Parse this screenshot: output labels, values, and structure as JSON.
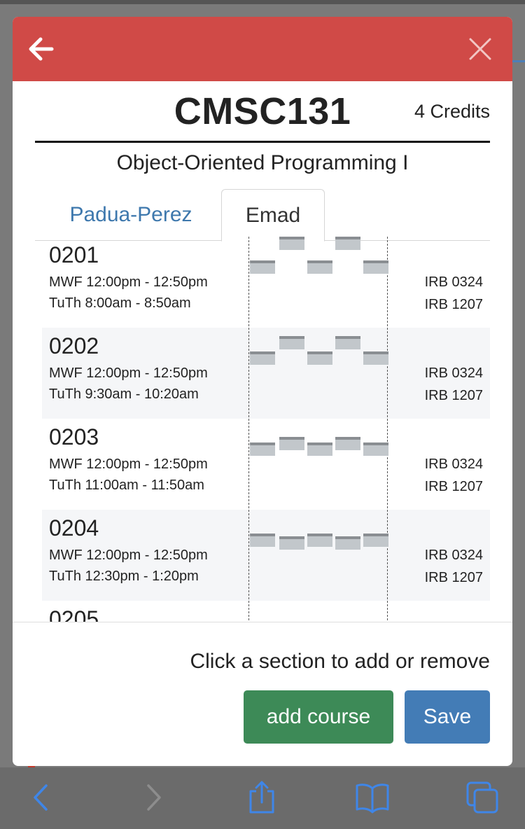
{
  "modal": {
    "header": {
      "back_icon": "arrow-left-icon",
      "close_icon": "close-icon"
    },
    "course_code": "CMSC131",
    "credits": "4 Credits",
    "course_name": "Object-Oriented Programming I",
    "tabs": [
      {
        "label": "Padua-Perez",
        "active": false
      },
      {
        "label": "Emad",
        "active": true
      }
    ],
    "sections": [
      {
        "number": "0201",
        "time1": "MWF 12:00pm - 12:50pm",
        "time2": "TuTh 8:00am - 8:50am",
        "room1": "IRB 0324",
        "room2": "IRB 1207"
      },
      {
        "number": "0202",
        "time1": "MWF 12:00pm - 12:50pm",
        "time2": "TuTh 9:30am - 10:20am",
        "room1": "IRB 0324",
        "room2": "IRB 1207"
      },
      {
        "number": "0203",
        "time1": "MWF 12:00pm - 12:50pm",
        "time2": "TuTh 11:00am - 11:50am",
        "room1": "IRB 0324",
        "room2": "IRB 1207"
      },
      {
        "number": "0204",
        "time1": "MWF 12:00pm - 12:50pm",
        "time2": "TuTh 12:30pm - 1:20pm",
        "room1": "IRB 0324",
        "room2": "IRB 1207"
      },
      {
        "number": "0205"
      }
    ],
    "footer": {
      "hint": "Click a section to add or remove",
      "add_label": "add course",
      "save_label": "Save"
    },
    "colors": {
      "header": "#d04a47",
      "add_button": "#3d8a57",
      "save_button": "#437cb6",
      "tab_link": "#3e78ad"
    }
  },
  "browser_toolbar": {
    "icons": [
      "chevron-left-icon",
      "chevron-right-icon",
      "share-icon",
      "bookmarks-icon",
      "tabs-icon"
    ]
  }
}
